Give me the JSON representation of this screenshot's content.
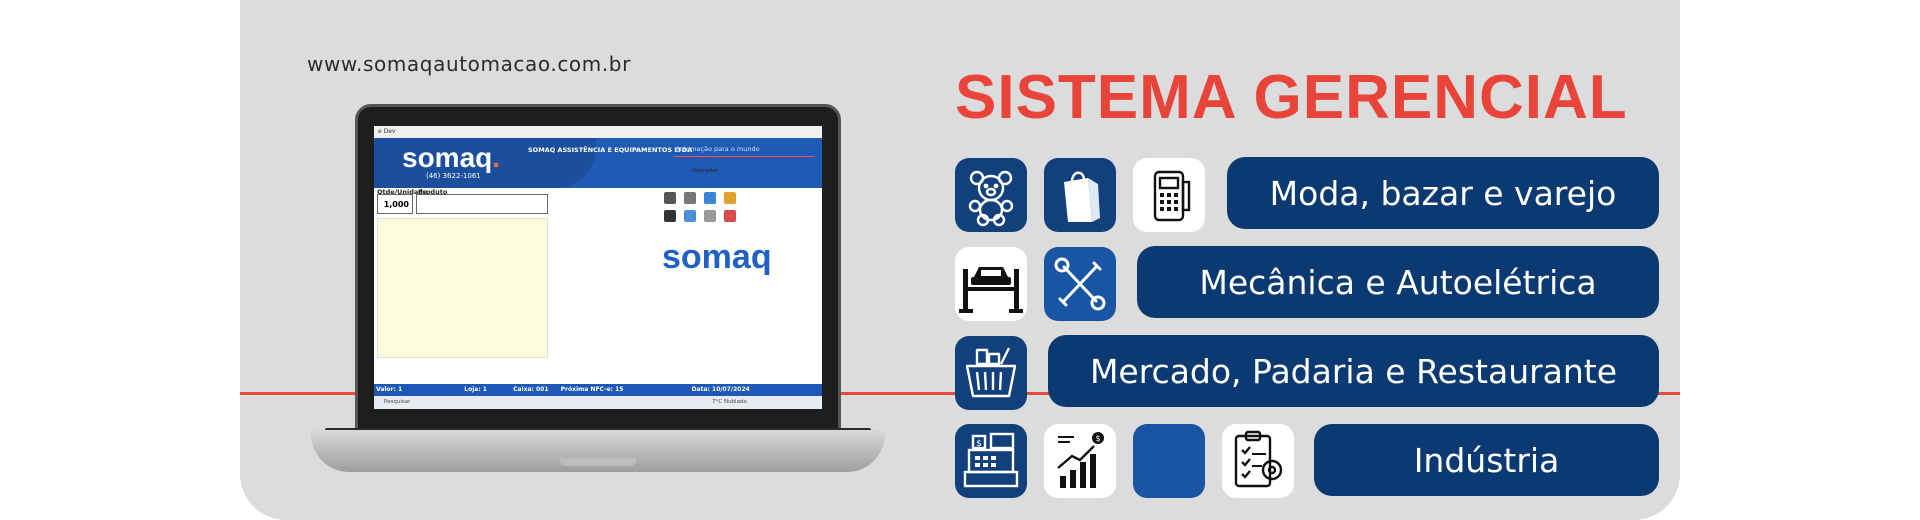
{
  "website": "www.somaqautomacao.com.br",
  "title": "SISTEMA GERENCIAL",
  "colors": {
    "accent_red": "#e8443a",
    "navy": "#0b3a73",
    "panel_gray": "#dcdcdc"
  },
  "screen": {
    "window_title": "e Dev",
    "logo": "somaq",
    "phone": "(46) 3622-1061",
    "company": "SOMAQ ASSISTÊNCIA E EQUIPAMENTOS LTDA",
    "tagline": "Automação para o mundo",
    "qty_label": "Qtde/Unidade",
    "qty_value": "1,000",
    "product_label": "Produto",
    "operator_label": "Operador",
    "status": {
      "caixa": "Valor: 1",
      "loja": "Loja: 1",
      "terminal": "Caixa: 001",
      "nfce": "Próxima NFC-e: 15",
      "date": "Data: 10/07/2024"
    },
    "search_placeholder": "Pesquisar",
    "weather": "7°C Nublado",
    "watermark": "somaq"
  },
  "rows": [
    {
      "label": "Moda, bazar e varejo",
      "icons": [
        "teddy-bear-icon",
        "shopping-bag-icon",
        "card-machine-icon"
      ]
    },
    {
      "label": "Mecânica e Autoelétrica",
      "icons": [
        "car-lift-icon",
        "tools-icon"
      ]
    },
    {
      "label": "Mercado, Padaria e Restaurante",
      "icons": [
        "market-basket-icon"
      ]
    },
    {
      "label": "Indústria",
      "icons": [
        "cash-register-icon",
        "growth-chart-icon",
        "blank-square",
        "checklist-gear-icon"
      ]
    }
  ]
}
